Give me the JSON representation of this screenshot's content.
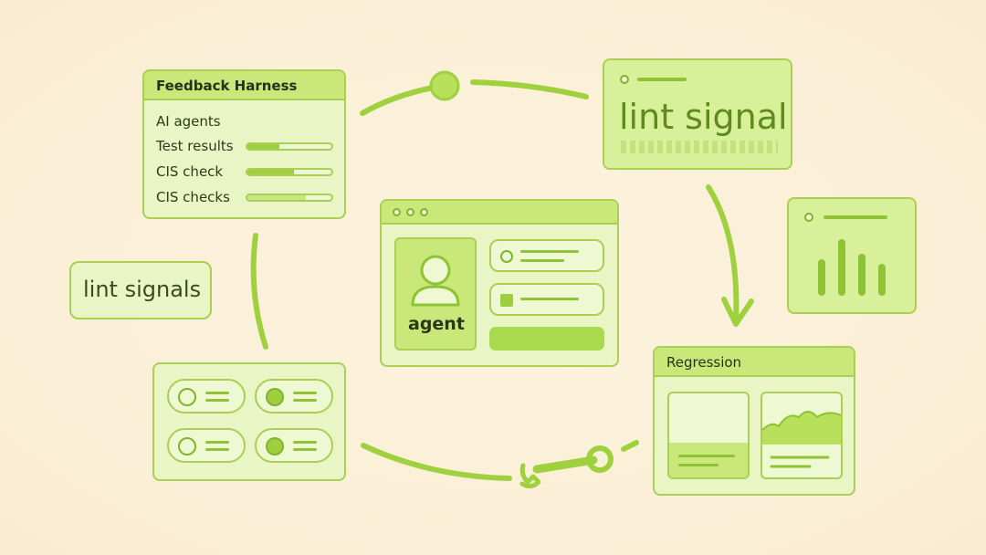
{
  "feedback_card": {
    "title": "Feedback Harness",
    "rows": [
      {
        "label": "AI agents",
        "progress": null
      },
      {
        "label": "Test results",
        "progress": 0.38
      },
      {
        "label": "CIS check",
        "progress": 0.55
      },
      {
        "label": "CIS checks",
        "progress": 0.7
      }
    ]
  },
  "lint_signal_card": {
    "label": "lint signal"
  },
  "lint_signals_tag": {
    "label": "lint signals"
  },
  "agent_window": {
    "label": "agent"
  },
  "regression_card": {
    "title": "Regression"
  },
  "colors": {
    "accent": "#8dc334",
    "card_fill": "#d8f09a",
    "card_border": "#a9cf55",
    "background": "#fbf0d8"
  },
  "icons": [
    "user-icon",
    "wrench-icon",
    "bar-chart-icon",
    "arrow-down-icon",
    "area-chart-icon"
  ]
}
